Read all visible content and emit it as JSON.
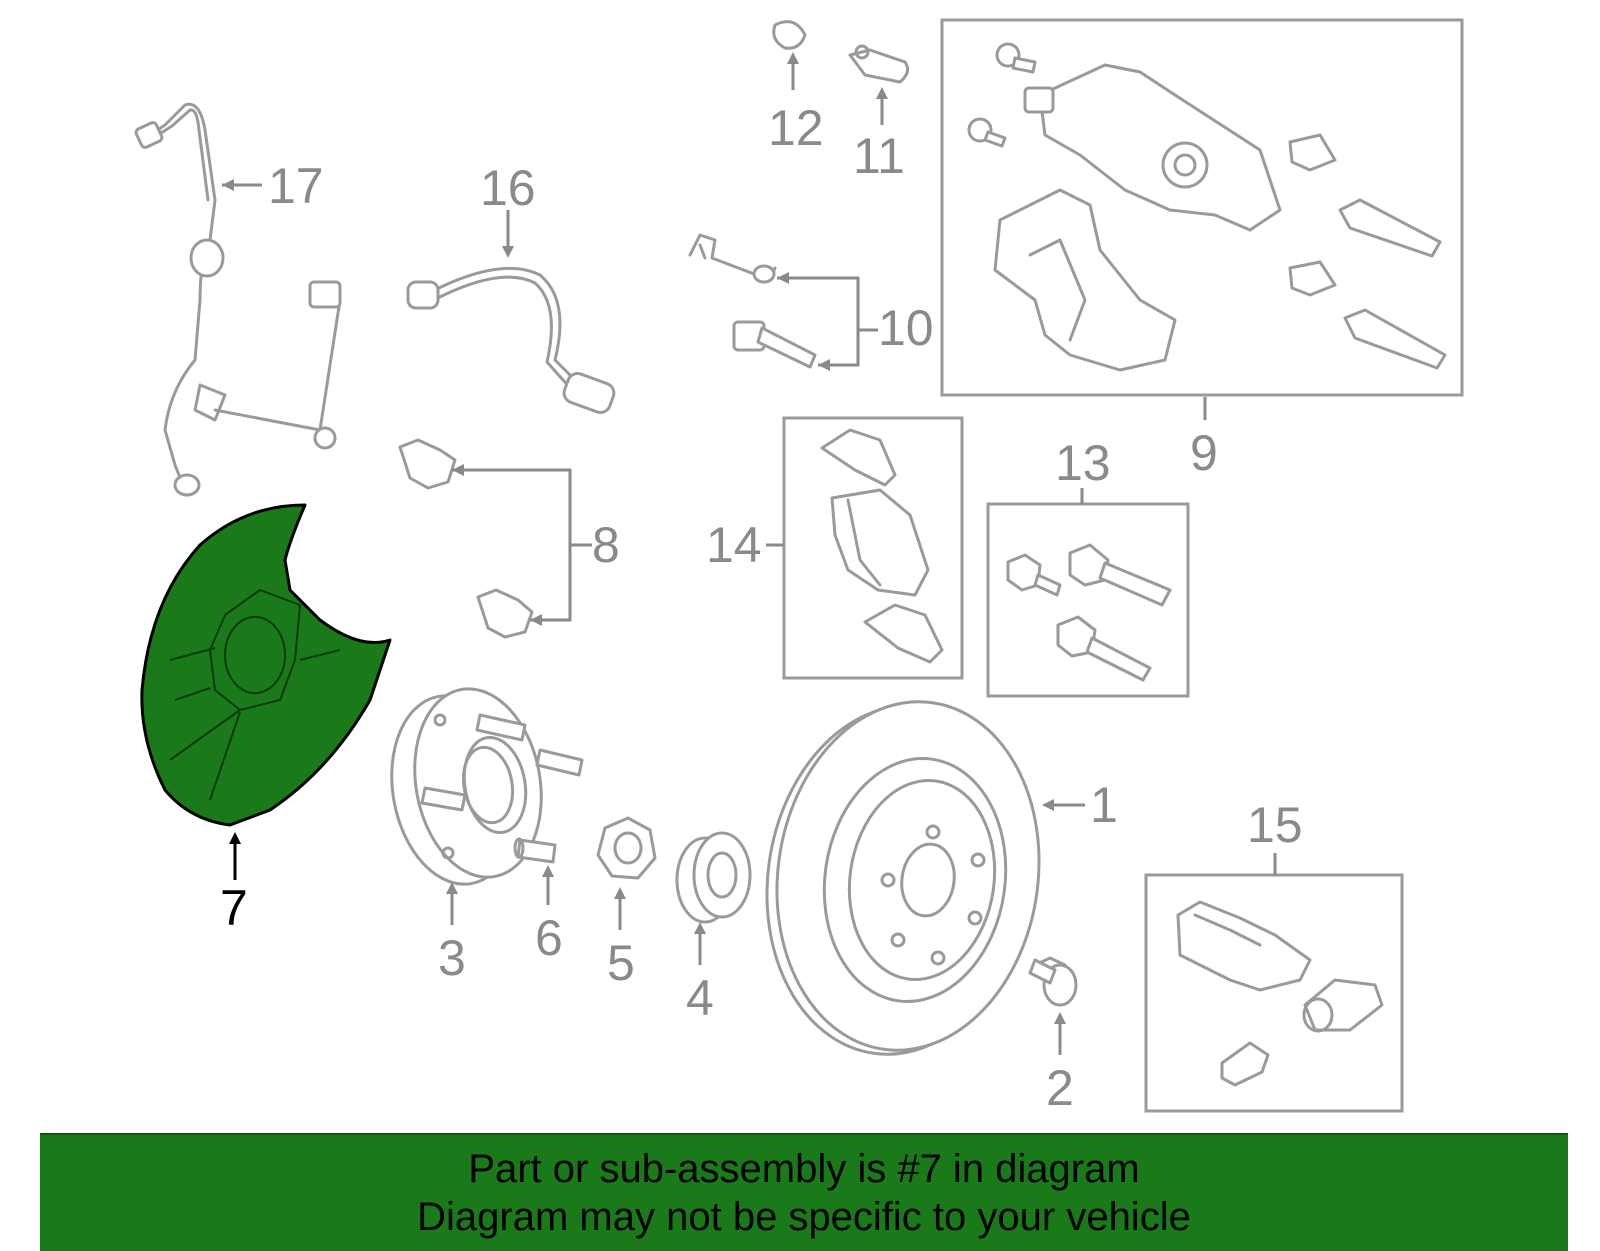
{
  "diagram": {
    "callouts": {
      "c1": "1",
      "c2": "2",
      "c3": "3",
      "c4": "4",
      "c5": "5",
      "c6": "6",
      "c7": "7",
      "c8": "8",
      "c9": "9",
      "c10": "10",
      "c11": "11",
      "c12": "12",
      "c13": "13",
      "c14": "14",
      "c15": "15",
      "c16": "16",
      "c17": "17"
    },
    "highlight_color": "#1a7a1a",
    "highlighted_part": "7"
  },
  "banner": {
    "line1": "Part or sub-assembly is #7 in diagram",
    "line2": "Diagram may not be specific to your vehicle"
  }
}
